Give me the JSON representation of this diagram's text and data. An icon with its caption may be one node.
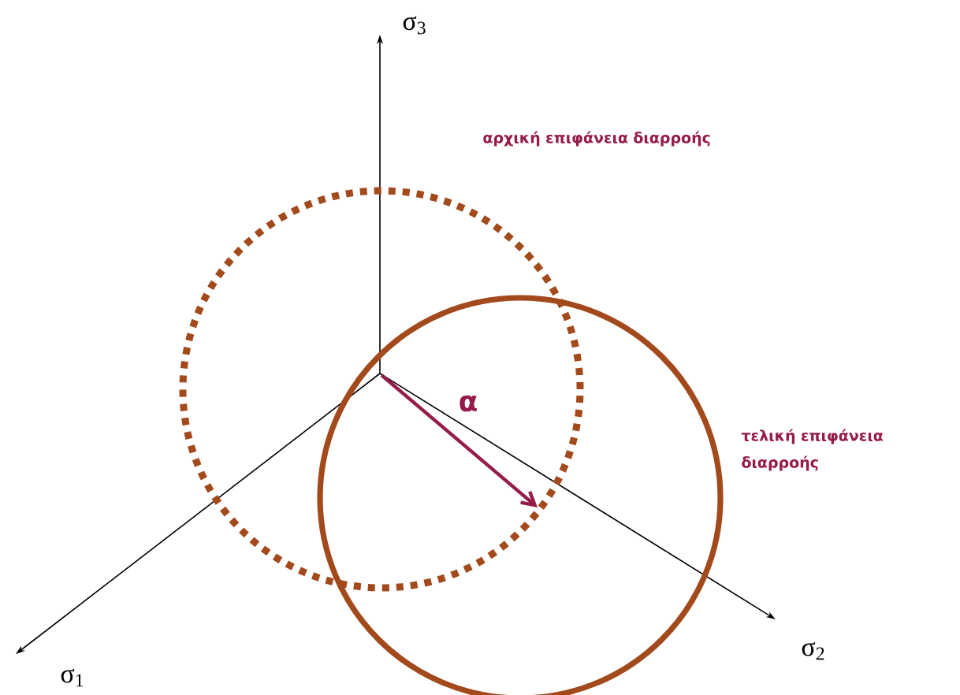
{
  "diagram": {
    "nodes": [
      {
        "text": [],
        "shape": "circle",
        "beside": [
          "αρχική επιφάνεια διαρροής"
        ]
      },
      {
        "text": [],
        "shape": "circle",
        "beside": [
          "τελική επιφάνεια διαρροής"
        ]
      }
    ],
    "labels": [
      "σ$_{3}$",
      "α",
      "σ$_{1}$",
      "σ$_{2}$"
    ]
  }
}
